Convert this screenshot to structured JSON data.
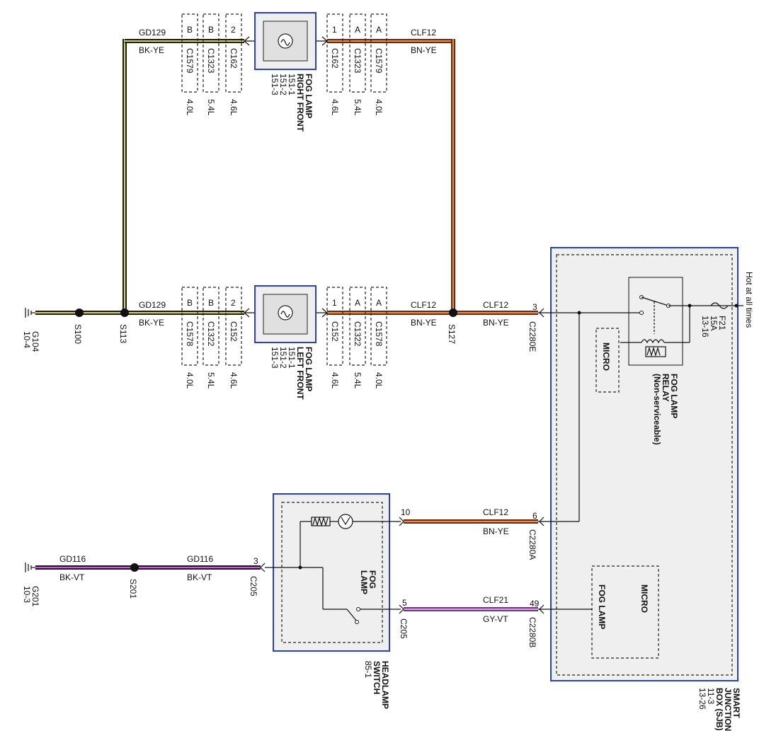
{
  "wires": {
    "gd129": "GD129",
    "bk_ye": "BK-YE",
    "clf12": "CLF12",
    "bn_ye": "BN-YE",
    "gd116": "GD116",
    "bk_vt": "BK-VT",
    "clf21": "CLF21",
    "gy_vt": "GY-VT"
  },
  "colors": {
    "bk_ye": "#2a2a00",
    "bk_ye_stripe": "#d8d060",
    "bn_ye": "#7a2e10",
    "bn_ye_stripe": "#e0a060",
    "bk_vt": "#3a1040",
    "bk_vt_stripe": "#c060d0",
    "gy_vt": "#7a3a8a",
    "gy_vt_stripe": "#d890e0",
    "frame": "#2a3fd0"
  },
  "connectors": {
    "rf_left": [
      "B",
      "B",
      "2"
    ],
    "rf_left_ids": [
      "C1579",
      "C1323",
      "C162"
    ],
    "rf_left_eng": [
      "4.0L",
      "5.4L",
      "4.6L"
    ],
    "rf_right": [
      "1",
      "A",
      "A"
    ],
    "rf_right_ids": [
      "C162",
      "C1323",
      "C1579"
    ],
    "rf_right_eng": [
      "4.6L",
      "5.4L",
      "4.0L"
    ],
    "lf_left": [
      "B",
      "B",
      "2"
    ],
    "lf_left_ids": [
      "C1578",
      "C1322",
      "C152"
    ],
    "lf_left_eng": [
      "4.0L",
      "5.4L",
      "4.6L"
    ],
    "lf_right": [
      "1",
      "A",
      "A"
    ],
    "lf_right_ids": [
      "C152",
      "C1322",
      "C1578"
    ],
    "lf_right_eng": [
      "4.6L",
      "5.4L",
      "4.0L"
    ]
  },
  "components": {
    "rf_lamp": [
      "FOG LAMP",
      "RIGHT FRONT",
      "151-1",
      "151-2",
      "151-3"
    ],
    "lf_lamp": [
      "FOG LAMP",
      "LEFT FRONT",
      "151-1",
      "151-2",
      "151-3"
    ],
    "relay": [
      "FOG LAMP",
      "RELAY",
      "(Non-serviceable)"
    ],
    "micro1": "MICRO",
    "micro2": "MICRO",
    "micro2_fog": "FOG LAMP",
    "fuse": [
      "F21",
      "15A",
      "13-16"
    ],
    "hot": "Hot at all times",
    "sjb": [
      "SMART",
      "JUNCTION",
      "BOX (SJB)",
      "11-3",
      "13-26"
    ],
    "switch": [
      "HEADLAMP",
      "SWITCH",
      "85-1"
    ],
    "switch_inner": [
      "FOG",
      "LAMP"
    ]
  },
  "splices": {
    "s100": "S100",
    "s113": "S113",
    "s127": "S127",
    "s201": "S201"
  },
  "grounds": {
    "g104": [
      "G104",
      "10-4"
    ],
    "g201": [
      "G201",
      "10-3"
    ]
  },
  "pins": {
    "c2280e_pin": "3",
    "c2280e": "C2280E",
    "c2280a_pin": "6",
    "c2280a": "C2280A",
    "c2280b_pin": "49",
    "c2280b": "C2280B",
    "c205_pin3": "3",
    "c205_a": "C205",
    "c205_pin5": "5",
    "c205_b": "C205",
    "sw_pin10": "10"
  }
}
